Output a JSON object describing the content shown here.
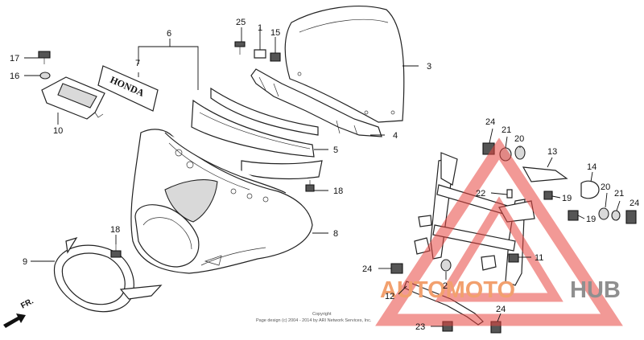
{
  "diagram": {
    "callouts": {
      "c1": "1",
      "c2": "2",
      "c3": "3",
      "c4": "4",
      "c5": "5",
      "c6": "6",
      "c7": "7",
      "c8": "8",
      "c9": "9",
      "c10": "10",
      "c11": "11",
      "c12": "12",
      "c13": "13",
      "c14": "14",
      "c15": "15",
      "c16": "16",
      "c17": "17",
      "c18a": "18",
      "c18b": "18",
      "c19a": "19",
      "c19b": "19",
      "c20a": "20",
      "c20b": "20",
      "c21a": "21",
      "c21b": "21",
      "c22": "22",
      "c23": "23",
      "c24a": "24",
      "c24b": "24",
      "c24c": "24",
      "c24d": "24",
      "c25": "25"
    },
    "emblem_text": "HONDA",
    "direction_label": "FR.",
    "copyright_line1": "Copyright",
    "copyright_line2": "Page design (c) 2004 - 2014 by ARI Network Services, Inc.",
    "watermark": {
      "part1": "AUTOMOTO",
      "part2": "HUB",
      "color_triangle": "#e8463f",
      "color_text1": "#f2a06e",
      "color_text2": "#8f8f8f"
    }
  }
}
